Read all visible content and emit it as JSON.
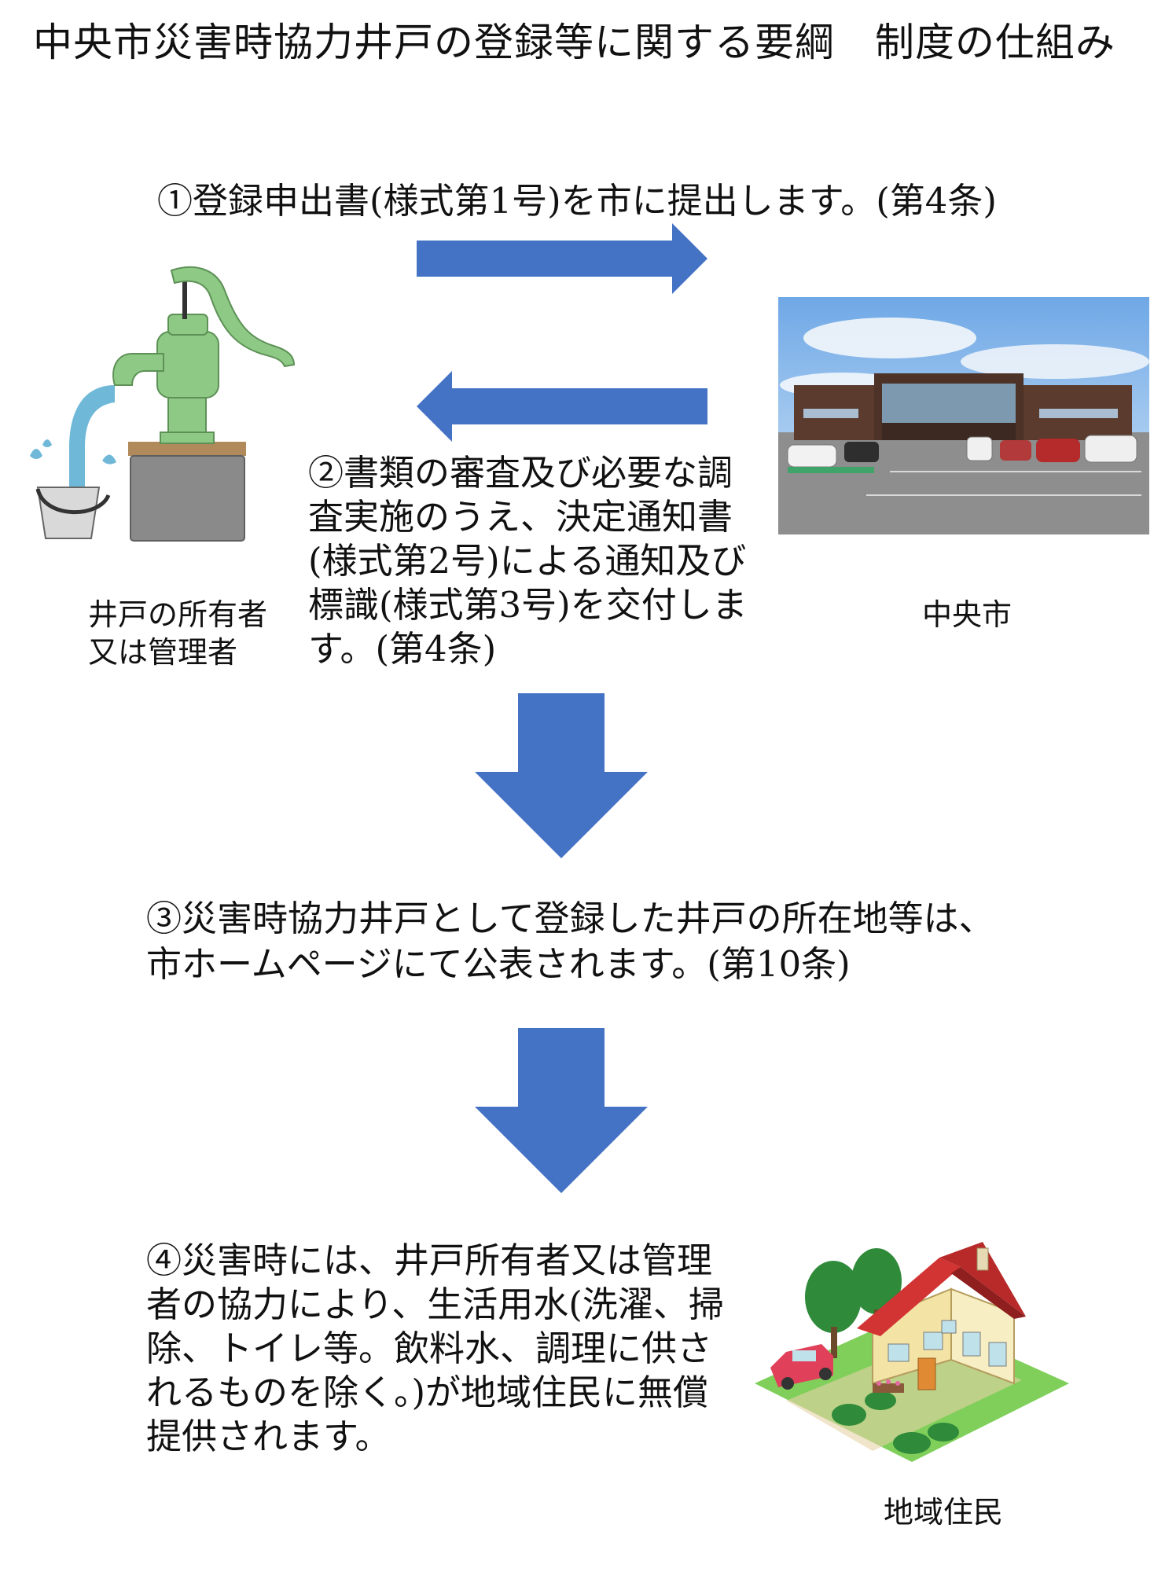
{
  "title": "中央市災害時協力井戸の登録等に関する要綱　制度の仕組み",
  "steps": {
    "step1": "①登録申出書(様式第1号)を市に提出します。(第4条)",
    "step2": "②書類の審査及び必要な調査実施のうえ、決定通知書(様式第2号)による通知及び標識(様式第3号)を交付します。(第4条)",
    "step3": "③災害時協力井戸として登録した井戸の所在地等は、市ホームページにて公表されます。(第10条)",
    "step4": "④災害時には、井戸所有者又は管理者の協力により、生活用水(洗濯、掃除、トイレ等。飲料水、調理に供されるものを除く。)が地域住民に無償提供されます。"
  },
  "labels": {
    "owner_line1": "井戸の所有者",
    "owner_line2": "又は管理者",
    "city": "中央市",
    "residents": "地域住民"
  },
  "icons": {
    "owner": "hand-pump-well-icon",
    "city": "city-hall-photo",
    "residents": "house-icon"
  },
  "colors": {
    "arrow": "#4472c4",
    "pump": "#8fc986",
    "roof": "#cc2a2a"
  }
}
